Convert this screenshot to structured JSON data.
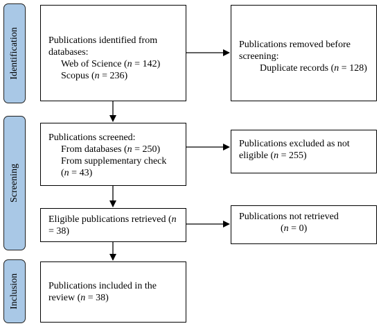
{
  "stages": {
    "identification": "Identification",
    "screening": "Screening",
    "inclusion": "Inclusion"
  },
  "identified": {
    "line1": "Publications identified from",
    "line2": "databases:",
    "wos_label": "Web of Science (",
    "wos_n": "n",
    "wos_value": " = 142)",
    "scopus_label": "Scopus (",
    "scopus_n": "n",
    "scopus_value": " = 236)"
  },
  "removed": {
    "line1": "Publications removed before",
    "line2": "screening:",
    "dup_label": "Duplicate records (",
    "dup_n": "n",
    "dup_value": " = 128)"
  },
  "screened": {
    "line1": "Publications screened:",
    "db_label": "From databases (",
    "db_n": "n",
    "db_value": " = 250)",
    "supp_label": "From supplementary check",
    "supp_open": "(",
    "supp_n": "n",
    "supp_value": " = 43)"
  },
  "excluded": {
    "line1": "Publications excluded as not",
    "line2": "eligible (",
    "n": "n",
    "value": " = 255)"
  },
  "eligible": {
    "line1": "Eligible publications retrieved (",
    "n": "n",
    "value": " = 38)"
  },
  "not_retrieved": {
    "line1": "Publications not retrieved",
    "open": "(",
    "n": "n",
    "value": " = 0)"
  },
  "included": {
    "line1": "Publications included in the",
    "line2": "review (",
    "n": "n",
    "value": " = 38)"
  },
  "colors": {
    "stage_fill": "#a9c8e6",
    "border": "#000000"
  }
}
